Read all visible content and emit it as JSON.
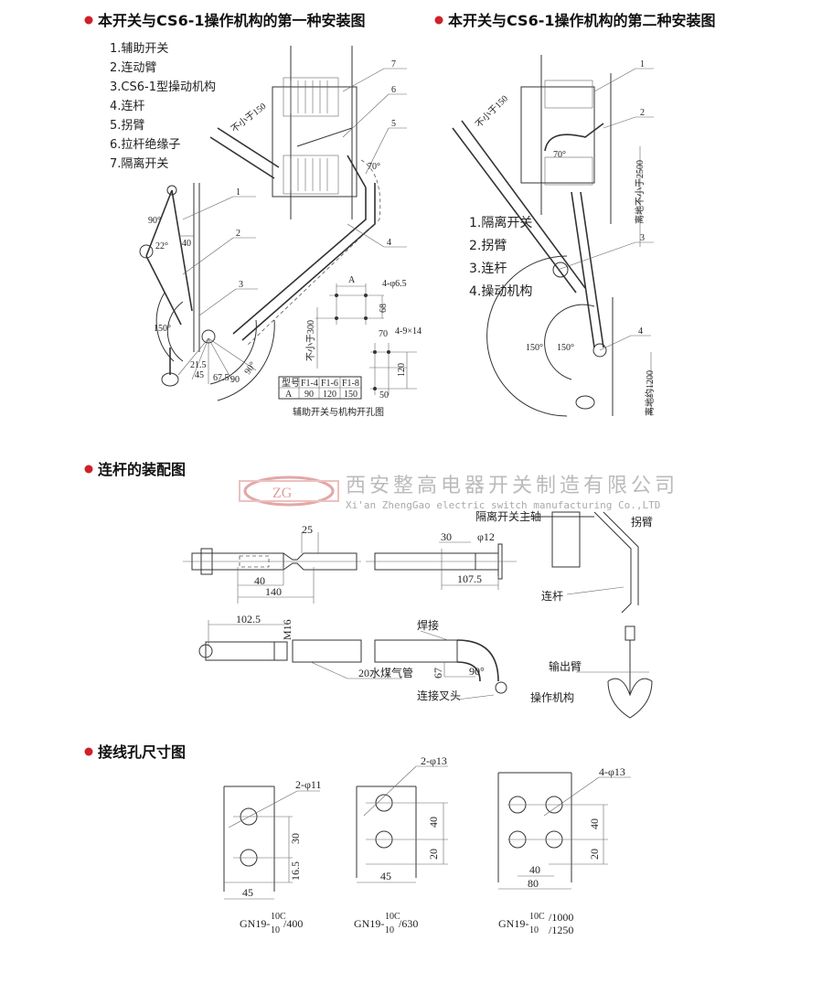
{
  "sections": {
    "install_1_title": "本开关与CS6-1操作机构的第一种安装图",
    "install_2_title": "本开关与CS6-1操作机构的第二种安装图",
    "linkage_title": "连杆的装配图",
    "holes_title": "接线孔尺寸图"
  },
  "colors": {
    "bullet": "#d0202a",
    "logo": "#e0a0a0"
  },
  "install_1": {
    "legend": [
      "1.辅助开关",
      "2.连动臂",
      "3.CS6-1型操动机构",
      "4.连杆",
      "5.拐臂",
      "6.拉杆绝缘子",
      "7.隔离开关"
    ],
    "callouts": [
      "1",
      "2",
      "3",
      "4",
      "5",
      "6",
      "7"
    ],
    "dims": {
      "min150": "不小于150",
      "a90": "90°",
      "a22": "22°",
      "d40": "40",
      "a150": "150°",
      "d21_5": "21.5",
      "d45": "45",
      "d67_5": "67.5",
      "d90a": "90",
      "d90b": "90°",
      "a70": "70°"
    },
    "hole_plan": {
      "A": "A",
      "holes_top": "4-φ6.5",
      "d68": "68",
      "min300": "不小于300",
      "d70": "70",
      "holes_bottom": "4-9×14",
      "d120": "120",
      "d50": "50",
      "caption": "辅助开关与机构开孔图",
      "table": {
        "header": [
          "型号",
          "F1-4",
          "F1-6",
          "F1-8"
        ],
        "row": [
          "A",
          "90",
          "120",
          "150"
        ]
      }
    }
  },
  "install_2": {
    "legend": [
      "1.隔离开关",
      "2.拐臂",
      "3.连杆",
      "4.操动机构"
    ],
    "callouts": [
      "1",
      "2",
      "3",
      "4"
    ],
    "dims": {
      "min150": "不小于150",
      "a70": "70°",
      "ground2500": "离地不小于2500",
      "a150a": "150°",
      "a150b": "150°",
      "ground1200": "离地约1200"
    }
  },
  "logo": {
    "mark": "ZG",
    "company_cn": "西安整高电器开关制造有限公司",
    "company_en": "Xi'an ZhengGao electric switch manufacturing Co.,LTD"
  },
  "linkage": {
    "d25": "25",
    "d40": "40",
    "d140": "140",
    "d30": "30",
    "phi12": "φ12",
    "d107_5": "107.5",
    "d102_5": "102.5",
    "m16": "M16",
    "weld": "焊接",
    "pipe": "20水煤气管",
    "d67": "67",
    "a90": "90°",
    "clevis": "连接叉头",
    "main_shaft": "隔离开关主轴",
    "crank": "拐臂",
    "rod": "连杆",
    "output_arm": "输出臂",
    "mechanism": "操作机构"
  },
  "holes": [
    {
      "callout": "2-φ11",
      "dims": [
        "30",
        "16.5",
        "45"
      ],
      "model_prefix": "GN19-",
      "model_num": "10C",
      "model_den": "10",
      "rating": "/400"
    },
    {
      "callout": "2-φ13",
      "dims": [
        "40",
        "20",
        "45"
      ],
      "model_prefix": "GN19-",
      "model_num": "10C",
      "model_den": "10",
      "rating": "/630"
    },
    {
      "callout": "4-φ13",
      "dims": [
        "40",
        "20",
        "40",
        "80"
      ],
      "model_prefix": "GN19-",
      "model_num": "10C",
      "model_den": "10",
      "rating": "/1000",
      "rating2": "/1250"
    }
  ]
}
